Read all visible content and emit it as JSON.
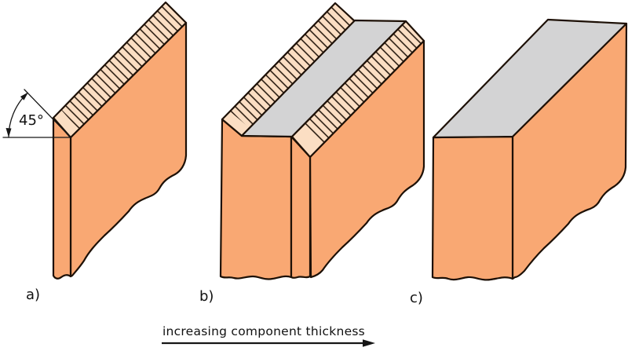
{
  "colors": {
    "plate_orange": "#F9A873",
    "bevel_light": "#FBDEC3",
    "flat_top_gray": "#D3D3D4",
    "outline_dark": "#1D1006",
    "text_dark": "#111111",
    "background": "#FFFFFF"
  },
  "panels": [
    {
      "label": "a)"
    },
    {
      "label": "b)"
    },
    {
      "label": "c)"
    }
  ],
  "annotations": {
    "bevel_angle": "45°"
  },
  "caption": {
    "arrow_label": "increasing component thickness"
  }
}
